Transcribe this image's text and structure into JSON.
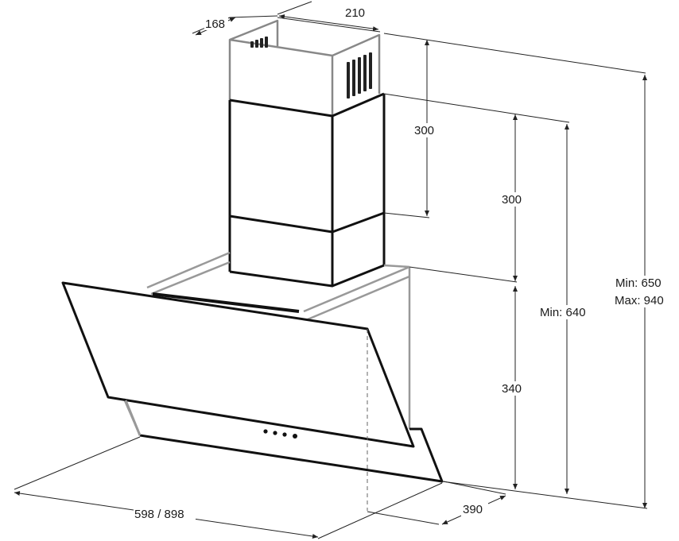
{
  "dimensions": {
    "chimney_depth": "168",
    "chimney_width": "210",
    "upper_chimney_height": "300",
    "lower_chimney_height": "300",
    "canopy_height": "340",
    "total_min": "Min: 640",
    "overall_min": "Min: 650",
    "overall_max": "Max: 940",
    "hood_width": "598 / 898",
    "hood_depth": "390"
  }
}
